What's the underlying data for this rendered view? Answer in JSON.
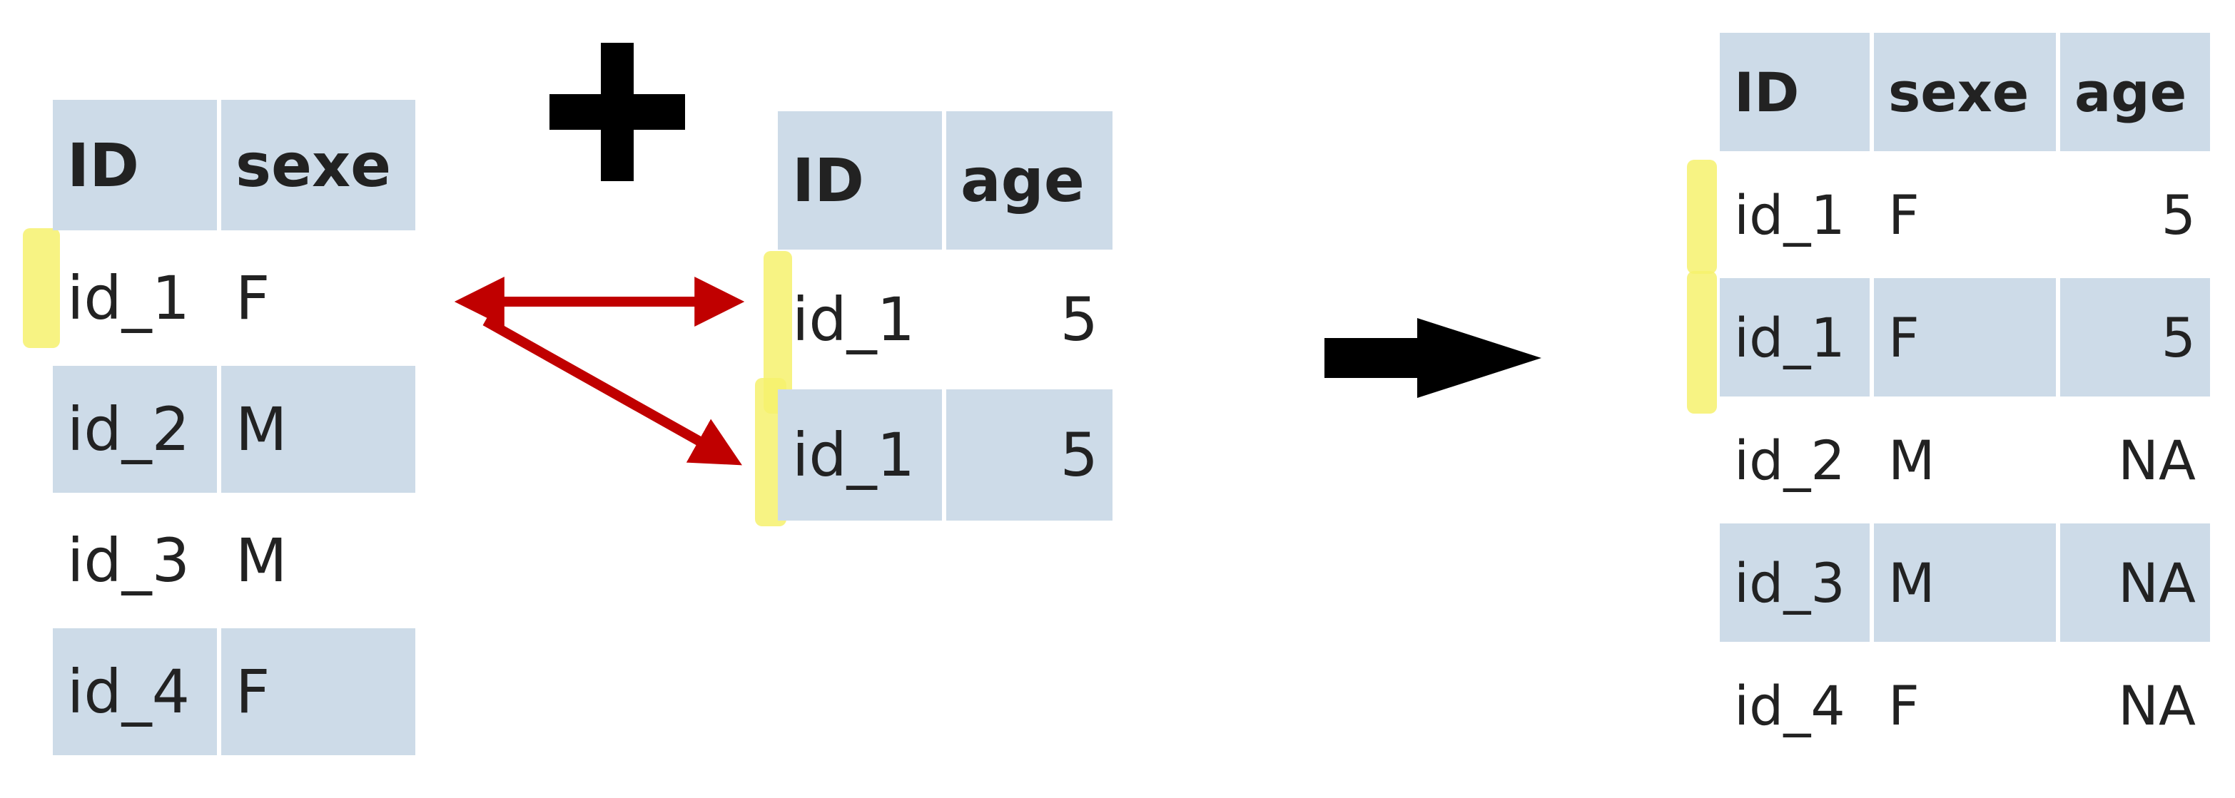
{
  "left_table": {
    "headers": [
      "ID",
      "sexe"
    ],
    "rows": [
      [
        "id_1",
        "F"
      ],
      [
        "id_2",
        "M"
      ],
      [
        "id_3",
        "M"
      ],
      [
        "id_4",
        "F"
      ]
    ]
  },
  "middle_table": {
    "headers": [
      "ID",
      "age"
    ],
    "rows": [
      [
        "id_1",
        "5"
      ],
      [
        "id_1",
        "5"
      ]
    ]
  },
  "right_table": {
    "headers": [
      "ID",
      "sexe",
      "age"
    ],
    "rows": [
      [
        "id_1",
        "F",
        "5"
      ],
      [
        "id_1",
        "F",
        "5"
      ],
      [
        "id_2",
        "M",
        "NA"
      ],
      [
        "id_3",
        "M",
        "NA"
      ],
      [
        "id_4",
        "F",
        "NA"
      ]
    ]
  },
  "symbols": {
    "plus_icon": "plus-icon",
    "result_arrow_icon": "arrow-right-icon",
    "link_arrows_color": "#c00000",
    "highlight_color": "#f6f16d",
    "header_fill": "#cddbe8"
  }
}
